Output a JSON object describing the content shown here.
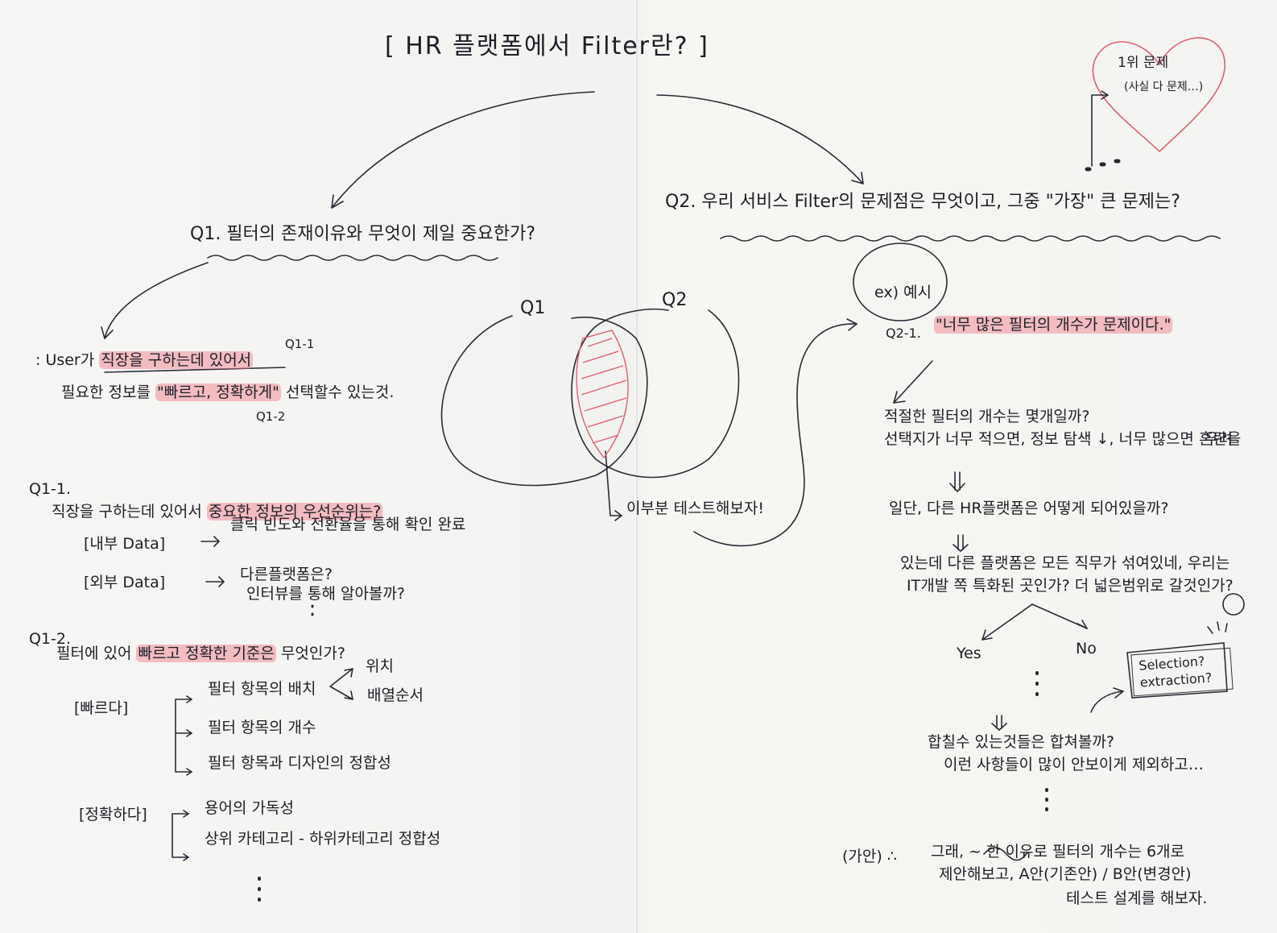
{
  "title": "[ HR 플랫폼에서 Filter란? ]",
  "heart_note": {
    "line1": "1위 문제",
    "line2": "(사실 다 문제…)"
  },
  "left": {
    "q1": "Q1. 필터의 존재이유와 무엇이 제일 중요한가?",
    "answer_l1_prefix": ": User가 ",
    "answer_l1_hl": "직장을 구하는데 있어서",
    "answer_l1_tag": "Q1-1",
    "answer_l2_prefix": "필요한 정보를 ",
    "answer_l2_hl": "\"빠르고, 정확하게\"",
    "answer_l2_suffix": " 선택할수 있는것.",
    "answer_l2_tag": "Q1-2",
    "q11_label": "Q1-1.",
    "q11_text_prefix": "직장을 구하는데 있어서 ",
    "q11_text_hl": "중요한 정보의 우선순위는?",
    "internal_label": "[내부 Data]",
    "internal_text": "클릭 빈도와 전환율을 통해 확인 완료",
    "external_label": "[외부 Data]",
    "external_text1": "다른플랫폼은?",
    "external_text2": "인터뷰를 통해 알아볼까?",
    "q12_label": "Q1-2.",
    "q12_text_prefix": "필터에 있어 ",
    "q12_text_hl": "빠르고 정확한 기준은",
    "q12_text_suffix": " 무엇인가?",
    "fast_label": "[빠르다]",
    "fast_items": [
      "필터 항목의 배치",
      "필터 항목의 개수",
      "필터 항목과 디자인의 정합성"
    ],
    "placement_sub": [
      "위치",
      "배열순서"
    ],
    "accurate_label": "[정확하다]",
    "accurate_items": [
      "용어의 가독성",
      "상위 카테고리 - 하위카테고리 정합성"
    ],
    "dots": "⋮"
  },
  "center": {
    "venn_left": "Q1",
    "venn_right": "Q2",
    "overlap_note": "이부분 테스트해보자!"
  },
  "right": {
    "q2": "Q2. 우리 서비스 Filter의 문제점은 무엇이고, 그중 \"가장\" 큰 문제는?",
    "example": "ex) 예시",
    "q21_label": "Q2-1.",
    "q21_hl": "\"너무 많은 필터의 개수가 문제이다.\"",
    "p1_l1": "적절한 필터의 개수는 몇개일까?",
    "p1_l2": "선택지가 너무 적으면, 정보 탐색 ↓, 너무 많으면 혼란을",
    "p1_l3": "우려",
    "p2": "일단, 다른 HR플랫폼은 어떻게 되어있을까?",
    "p3_l1": "있는데 다른 플랫폼은 모든 직무가 섞여있네, 우리는",
    "p3_l2": "IT개발 쪽 특화된 곳인가? 더 넓은범위로 갈것인가?",
    "yes": "Yes",
    "no": "No",
    "box_text": "Selection? extraction?",
    "p4_l1": "합칠수 있는것들은 합쳐볼까?",
    "p4_l2": "이런 사항들이 많이 안보이게 제외하고…",
    "hyp_label": "(가안) ∴",
    "hyp_l1": "그래, ~ 한 이유로 필터의 개수는 6개로",
    "hyp_l2": "제안해보고, A안(기존안) / B안(변경안)",
    "hyp_l3": "테스트 설계를 해보자."
  },
  "colors": {
    "ink": "#1e1e28",
    "highlight": "#f07882",
    "heart": "#e06070"
  }
}
